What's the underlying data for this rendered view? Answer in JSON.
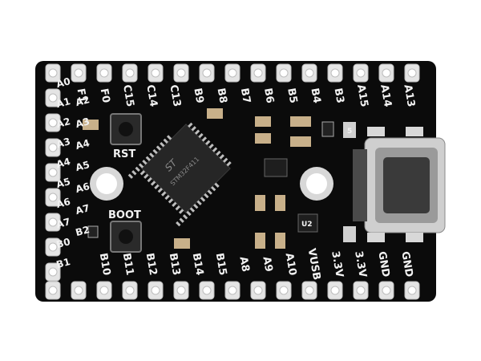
{
  "board": {
    "top_labels": [
      "F1",
      "F0",
      "C15",
      "C14",
      "C13",
      "B9",
      "B8",
      "B7",
      "B6",
      "B5",
      "B4",
      "B3",
      "A15",
      "A14",
      "A13"
    ],
    "bottom_labels": [
      "B10",
      "B11",
      "B12",
      "B13",
      "B14",
      "B15",
      "A8",
      "A9",
      "A10",
      "VUSB",
      "3.3V",
      "3.3V",
      "GND",
      "GND"
    ],
    "left_labels": [
      "A0",
      "A1",
      "A2",
      "A3",
      "A4",
      "A5",
      "A6",
      "A7",
      "B0",
      "B1"
    ],
    "left_labels_inner": [
      "A2",
      "A3",
      "A4",
      "A5",
      "A6",
      "A7",
      "B2"
    ],
    "rst_label": "RST",
    "boot_label": "BOOT",
    "chip_text": "STM32F411",
    "chip_logo": "ST",
    "resistor_label": "5",
    "ic_label": "U2"
  }
}
